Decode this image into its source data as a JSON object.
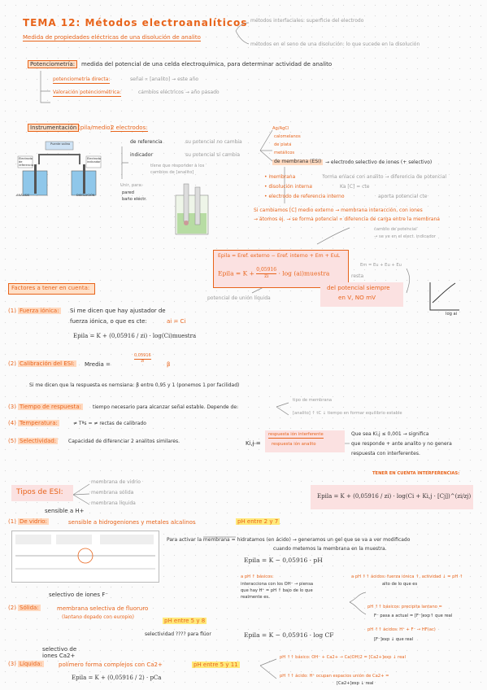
{
  "title": {
    "main": "TEMA 12: Métodos electroanalíticos",
    "sub": "Medida de propiedades eléctricas de una disolución de analito"
  },
  "top": {
    "interf": "métodos interfaciales: superficie del electrodo",
    "seno": "métodos en el seno de una disolución: lo que sucede en la disolución"
  },
  "poten": {
    "label": "Potenciometría:",
    "text": "medida del potencial de una celda electroquímica, para determinar actividad de analito",
    "directa": "potenciometría directa:",
    "directa_t": "señal ∝ [analito] → este año",
    "valor": "Valoración potenciométrica:",
    "valor_t": "cambios eléctricos → año pasado"
  },
  "instr": {
    "label": "Instrumentación",
    "pila": "(pila/medio)",
    "dos": "2 electrodos:",
    "ref": "de referencia",
    "ref_t": "su potencial no cambia",
    "ind": "indicador",
    "ind_t": "su potencial sí cambia",
    "tener": "tiene que responder a los",
    "tener2": "cambios de [analito]",
    "opts": [
      "Ag/AgCl",
      "calomelanos",
      "de plata",
      "metálicos"
    ],
    "memb": "de membrana (ESI)",
    "memb_t": "→ electrodo selectivo de iones (+ selectivo)",
    "bul": [
      "membrana",
      "disolución interna",
      "electrodo de referencia interno"
    ],
    "bul_t": [
      "forma enlace con analito → diferencia de potencial",
      "Ka [C] = cte",
      "aporta potencial cte"
    ],
    "cambia": "Si cambiamos [C] medio externo → membrana interacción, con iones",
    "atomos": "→ átomos ej. → se forma potencial ∝ diferencia de carga entre la membrana",
    "cambio": "cambio de potencial",
    "cambio2": "→ se ve en el elect. indicador",
    "union": "Unir, para:",
    "pared": "pared",
    "bano": "baño eléctr."
  },
  "fig": {
    "ref": "Electrodo de referencia",
    "ind": "Electrodo indicador",
    "p1": "Puente salino",
    "a": "ANÁLISIS",
    "b": "DISOLUCIÓN"
  },
  "epila": {
    "l1": "Epila = Eref. externo − Eref. interno + Em + EuL",
    "l2a": "Epila = K +",
    "num": "0,05916",
    "den": "zi",
    "l2b": "· log (ai)muestra",
    "resta": "resta",
    "union": "potencial de unión líquida",
    "em": "Em = Eu + Eu + Eu",
    "prom": "del potencial siempre",
    "prom2": "en V, NO mV",
    "log": "log ai"
  },
  "fact": {
    "label": "Factores a tener en cuenta:"
  },
  "f1": {
    "n": "1",
    "t": "Fuerza iónica:",
    "d": "Si me dicen que hay ajustador de",
    "d2": "fuerza iónica, o que es cte:",
    "d3": "ai = Ci",
    "eq": "Epila = K + (0,05916 / zi) · log(Ci)muestra"
  },
  "f2": {
    "n": "2",
    "t": "Calibración del ESI:",
    "d": "Mredia =",
    "d2": "β",
    "d3": "Si me dicen que la respuesta es nernsiana: β entre 0,95 y 1 (ponemos 1 por facilidad)"
  },
  "f3": {
    "n": "3",
    "t": "Tiempo de respuesta:",
    "d": "tiempo necesario para alcanzar señal estable. Depende de:",
    "d2": "tipo de membrana",
    "d3": "[analito] ↑ tC ↓ tiempo en formar equilibrio estable"
  },
  "f4": {
    "n": "4",
    "t": "Temperatura:",
    "d": "≠ Tªs = ≠ rectas de calibrado"
  },
  "f5": {
    "n": "5",
    "t": "Selectividad:",
    "d": "Capacidad de diferenciar 2 analitos similares.",
    "k": "Ki,j =",
    "k1": "respuesta ión interferente",
    "k2": "respuesta ión analito",
    "q": "Que sea Ki,j ≤ 0,001 → significa",
    "q2": "que responde + ante analito y no genera",
    "q3": "respuesta con interferentes."
  },
  "tipos": {
    "label": "Tipos de ESI:",
    "items": [
      "membrana de vidrio",
      "membrana sólida",
      "membrana líquida"
    ],
    "tener": "TENER EN CUENTA INTERFERENCIAS:",
    "eq": "Epila = K + (0,05916 / zi) · log(Ci + Ki,j · [Cj])^(zi/zj)"
  },
  "v": {
    "n": "1",
    "t": "De vidrio:",
    "sens": "sensible a H+",
    "d": "sensible a hidrogeniones y metales alcalinos",
    "ph": "pH entre 2 y 7",
    "p1": "Para activar la membrana = hidratamos (en ácido) → generamos un gel que se va a ver modificado",
    "p2": "cuando metemos la membrana en la muestra.",
    "eq": "Epila = K − 0,05916 · pH",
    "acid": "a pH ↑ básicos:",
    "acid2": "interacciona con los OH⁻ → piensa",
    "acid3": "que hay H⁺ = pH ↑ bajo de lo que",
    "acid4": "realmente es.",
    "base": "a pH ↑↑ ácidos: fuerza iónica ↑, actividad ↓ = pH ↑",
    "base2": "alto de lo que es"
  },
  "s": {
    "n": "2",
    "t": "Sólida:",
    "sens": "selectivo de iones F⁻",
    "d": "membrana selectiva de fluoruro",
    "d2": "(lantano dopado con europio)",
    "ph": "pH entre 5 y 8",
    "sel": "selectividad ???? para flúor",
    "eq": "Epila = K − 0,05916 · log CF",
    "b1": "pH ↑↑ básicos: precipita lantano =",
    "b2": "F⁻ pasa a actual = [F⁻]exp↑ que real",
    "c1": "pH ↑↑ ácidos: H⁺ + F⁻ → HF(ac)",
    "c2": "[F⁻]exp ↓ que real"
  },
  "l": {
    "n": "3",
    "t": "Líquida:",
    "sens": "selectivo de iones Ca2+",
    "d": "polímero forma complejos con Ca2+",
    "ph": "pH entre 5 y 11",
    "eq": "Epila = K + (0,05916 / 2) · pCa",
    "b1": "pH ↑↑ básico: OH⁻ + Ca2+ → Ca(OH)2 = [Ca2+]exp ↓ real",
    "c1": "pH ↑↑ ácido: H⁺ ocupan espacios unión de Ca2+ =",
    "c2": "[Ca2+]exp ↓ real"
  }
}
